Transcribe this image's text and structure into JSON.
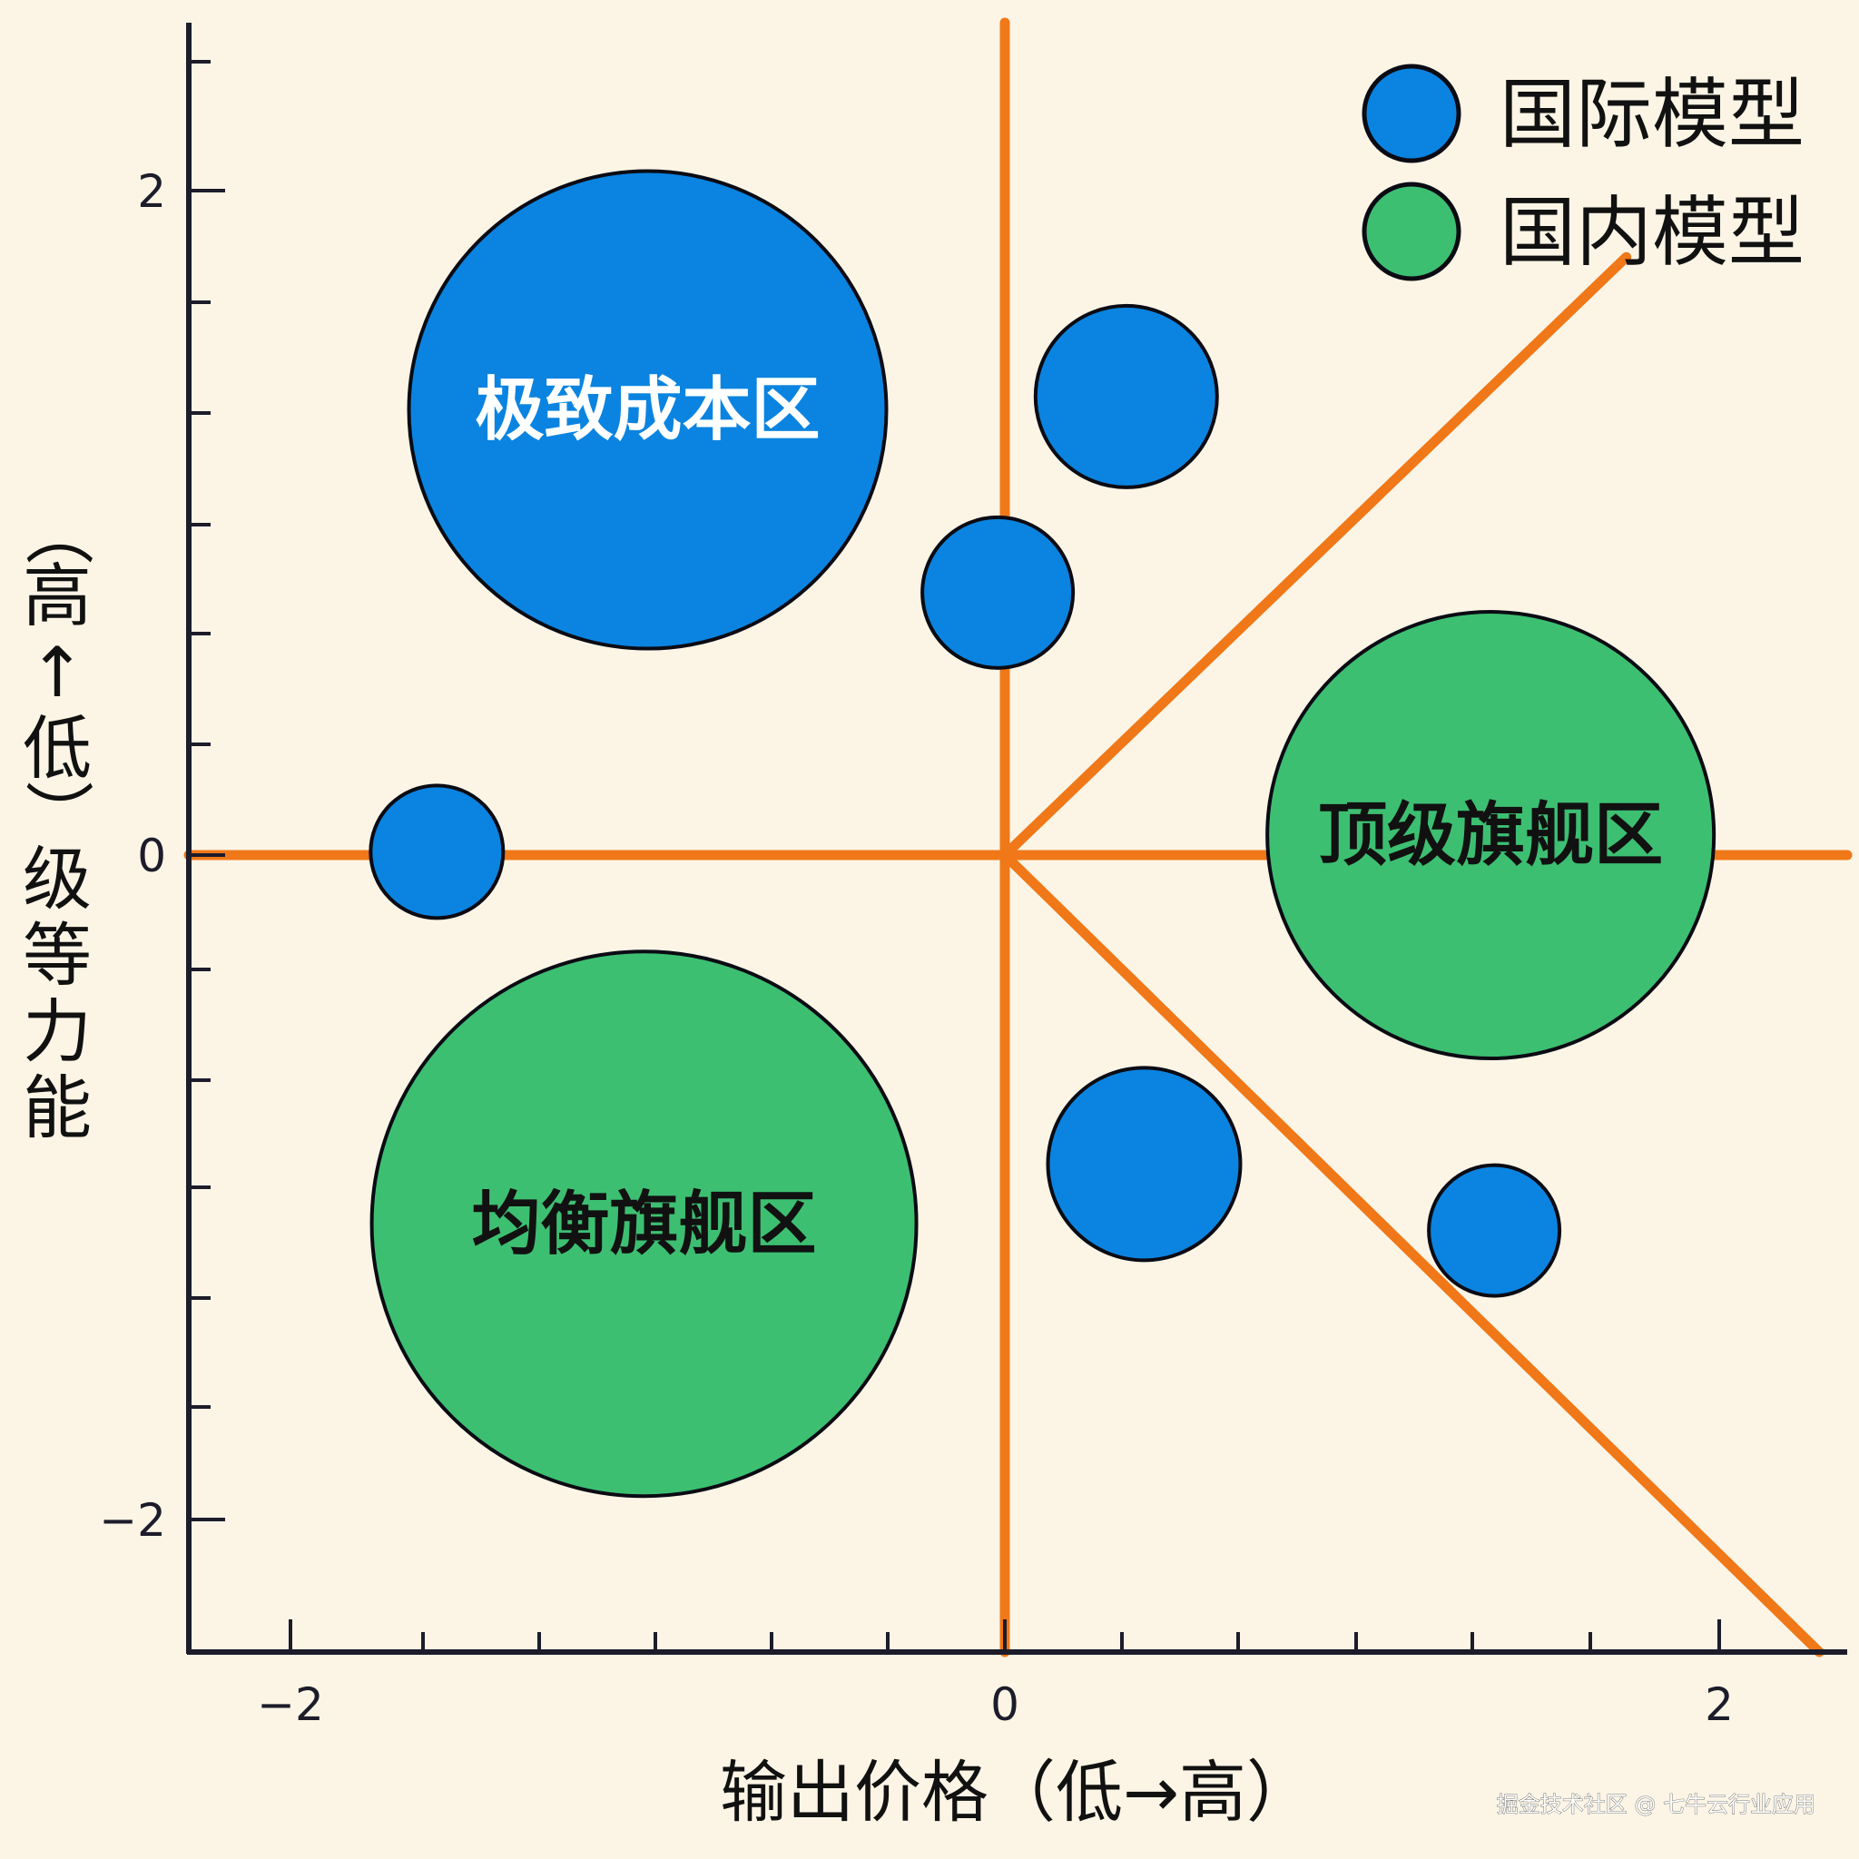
{
  "chart_data": {
    "type": "scatter",
    "subtype": "bubble-quadrant",
    "title": "",
    "xlabel": "输出价格（低→高）",
    "ylabel": "能力等级（低↑高）",
    "ylabel_rendered_top_to_bottom": [
      "（",
      "高",
      "↑",
      "低",
      "）",
      "级",
      "等",
      "力",
      "能"
    ],
    "xlim": [
      -2.4,
      2.4
    ],
    "ylim": [
      -2.3,
      2.5
    ],
    "x_ticks_major": [
      -2,
      0,
      2
    ],
    "x_tick_labels": [
      "−2",
      "0",
      "2"
    ],
    "y_ticks_major": [
      -2,
      0,
      2
    ],
    "y_tick_labels": [
      "−2",
      "0",
      "2"
    ],
    "minor_tick_step_x": 0.33,
    "minor_tick_step_y": 0.33,
    "grid": false,
    "legend_position": "top-right",
    "legend": [
      {
        "label": "国际模型",
        "color": "#0a84e0"
      },
      {
        "label": "国内模型",
        "color": "#3dbf72"
      }
    ],
    "series": [
      {
        "name": "国际模型",
        "color": "#0a84e0",
        "points": [
          {
            "x": -1.0,
            "y": 1.34,
            "size": 263,
            "label": "极致成本区"
          },
          {
            "x": 0.34,
            "y": 1.38,
            "size": 100,
            "label": ""
          },
          {
            "x": -0.02,
            "y": 0.79,
            "size": 83,
            "label": ""
          },
          {
            "x": -1.59,
            "y": 0.01,
            "size": 73,
            "label": ""
          },
          {
            "x": 0.39,
            "y": -0.93,
            "size": 106,
            "label": ""
          },
          {
            "x": 1.37,
            "y": -1.13,
            "size": 72,
            "label": ""
          }
        ]
      },
      {
        "name": "国内模型",
        "color": "#3dbf72",
        "points": [
          {
            "x": 1.36,
            "y": 0.06,
            "size": 246,
            "label": "顶级旗舰区"
          },
          {
            "x": -1.01,
            "y": -1.11,
            "size": 300,
            "label": "均衡旗舰区"
          }
        ]
      }
    ],
    "reference_lines": {
      "color": "#f07818",
      "lines": [
        {
          "name": "vertical-divider",
          "x1": 0,
          "y1": 2.5,
          "x2": 0,
          "y2": -2.3
        },
        {
          "name": "horizontal-divider",
          "x1": -2.4,
          "y1": 0,
          "x2": 2.35,
          "y2": 0
        },
        {
          "name": "upper-diagonal",
          "x1": 0,
          "y1": 0,
          "x2": 1.74,
          "y2": 1.8
        },
        {
          "name": "lower-diagonal",
          "x1": 0,
          "y1": 0,
          "x2": 2.28,
          "y2": -2.3
        }
      ]
    }
  },
  "watermark": "掘金技术社区 @ 七牛云行业应用",
  "colors": {
    "background": "#fcf5e6",
    "international": "#0a84e0",
    "domestic": "#3dbf72",
    "divider": "#f07818",
    "axis": "#1c1c2a",
    "outline": "#0b0b14"
  }
}
